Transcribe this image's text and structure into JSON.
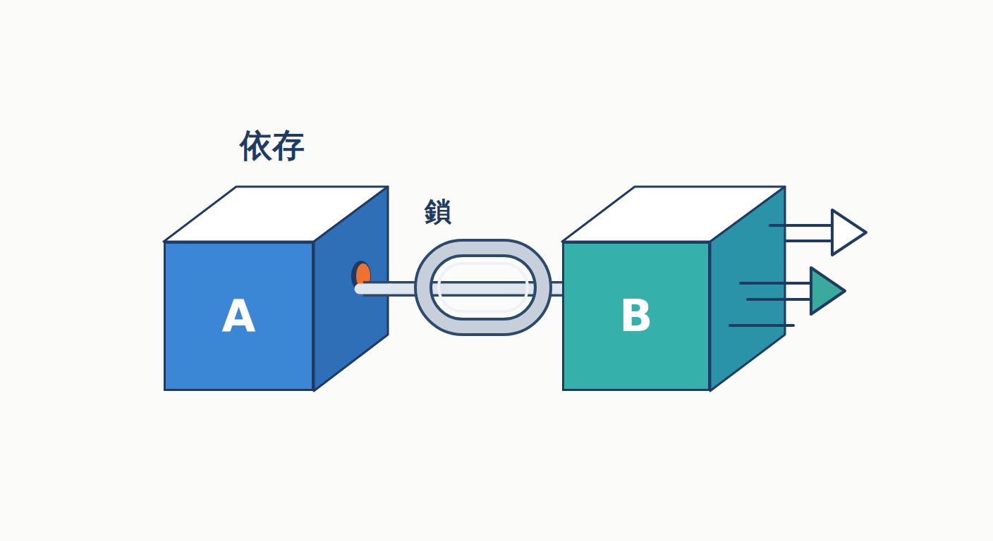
{
  "diagram": {
    "title": "依存",
    "nodes": [
      {
        "text": [
          "A"
        ]
      },
      {
        "text": [
          "B"
        ]
      }
    ],
    "edges": [
      {
        "from": 0,
        "to": 1,
        "arrow": "none",
        "label": "鎖"
      }
    ]
  }
}
